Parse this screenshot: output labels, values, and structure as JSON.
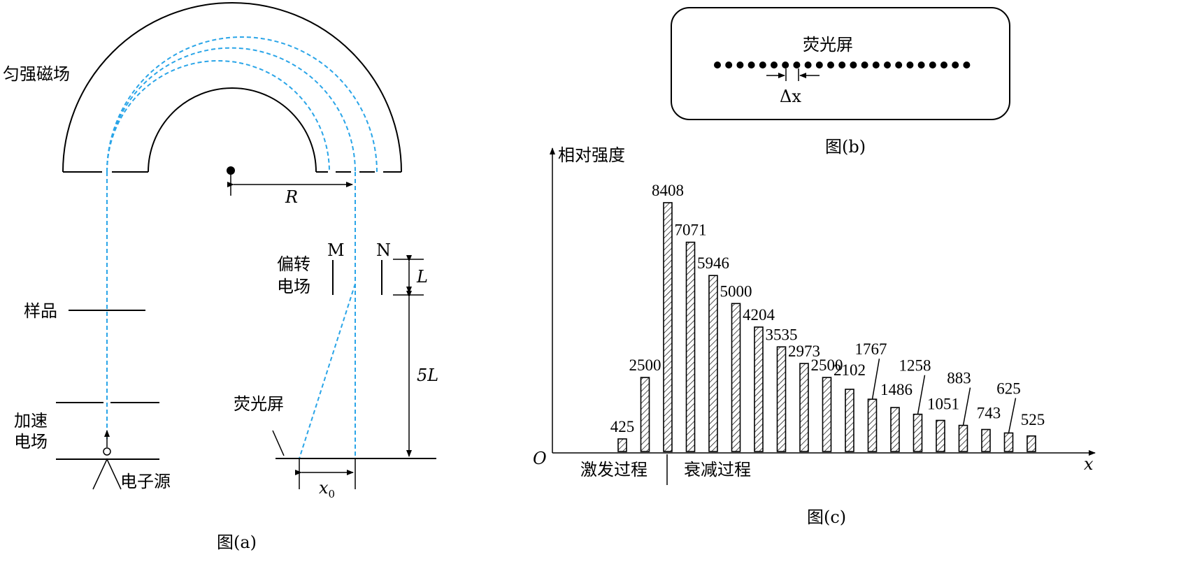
{
  "fig_a": {
    "caption": "图(a)",
    "magnet_label": "匀强磁场",
    "radius_label": "R",
    "plate_m": "M",
    "plate_n": "N",
    "deflect_line1": "偏转",
    "deflect_line2": "电场",
    "len_label": "L",
    "len5_label": "5L",
    "sample_label": "样品",
    "accel_line1": "加速",
    "accel_line2": "电场",
    "source_label": "电子源",
    "screen_label": "荧光屏",
    "x0_label": "x",
    "x0_sub": "0"
  },
  "fig_b": {
    "caption": "图(b)",
    "screen_label": "荧光屏",
    "dx_label": "Δx",
    "dot_count": 23
  },
  "fig_c": {
    "caption": "图(c)",
    "ylabel": "相对强度",
    "xlabel": "x",
    "origin": "O",
    "excite_label": "激发过程",
    "decay_label": "衰减过程"
  },
  "chart_data": {
    "type": "bar",
    "ylabel": "相对强度",
    "xlabel": "x",
    "values": [
      425,
      2500,
      8408,
      7071,
      5946,
      5000,
      4204,
      3535,
      2973,
      2500,
      2102,
      1767,
      1486,
      1258,
      1051,
      883,
      743,
      625,
      525
    ],
    "ylim": [
      0,
      8408
    ],
    "grid": false,
    "legend": "none",
    "annotations": [
      "激发过程",
      "衰减过程"
    ]
  }
}
